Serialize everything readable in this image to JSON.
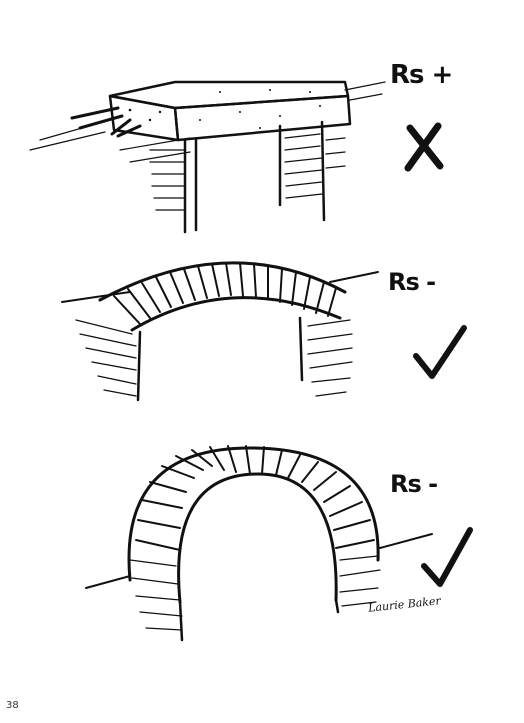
{
  "labels": {
    "beam": "Rs +",
    "segmental_arch": "Rs -",
    "round_arch": "Rs -"
  },
  "marks": {
    "beam": "cross-mark-icon",
    "segmental_arch": "check-mark-icon",
    "round_arch": "check-mark-icon"
  },
  "signature": "Laurie Baker",
  "page_number": "38"
}
